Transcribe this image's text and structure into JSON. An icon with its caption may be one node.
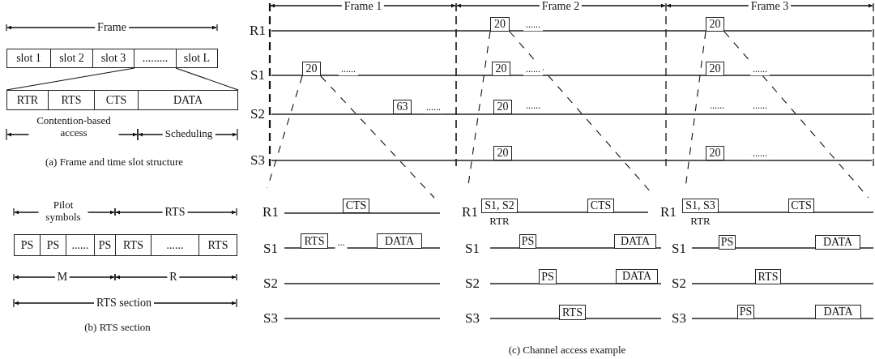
{
  "diagram": {
    "nodes": [
      {
        "text": [
          "slot 1"
        ]
      },
      {
        "text": [
          "slot 2"
        ]
      },
      {
        "text": [
          "slot 3"
        ]
      },
      {
        "text": [
          "........."
        ]
      },
      {
        "text": [
          "slot L"
        ]
      },
      {
        "text": [
          "RTR"
        ]
      },
      {
        "text": [
          "RTS"
        ]
      },
      {
        "text": [
          "CTS"
        ]
      },
      {
        "text": [
          "DATA"
        ]
      },
      {
        "text": [
          "PS"
        ]
      },
      {
        "text": [
          "PS"
        ]
      },
      {
        "text": [
          "......"
        ]
      },
      {
        "text": [
          "PS"
        ]
      },
      {
        "text": [
          "RTS"
        ]
      },
      {
        "text": [
          "......"
        ]
      },
      {
        "text": [
          "RTS"
        ]
      },
      {
        "text": [
          "20"
        ]
      },
      {
        "text": [
          "20"
        ]
      },
      {
        "text": [
          "20"
        ]
      },
      {
        "text": [
          "20"
        ]
      },
      {
        "text": [
          "20"
        ]
      },
      {
        "text": [
          "63"
        ]
      },
      {
        "text": [
          "20"
        ]
      },
      {
        "text": [
          "20"
        ]
      },
      {
        "text": [
          "20"
        ]
      },
      {
        "text": [
          "CTS"
        ]
      },
      {
        "text": [
          "RTS"
        ]
      },
      {
        "text": [
          "DATA"
        ]
      },
      {
        "text": [
          "S1, S2"
        ],
        "beside": [
          "RTR"
        ]
      },
      {
        "text": [
          "CTS"
        ]
      },
      {
        "text": [
          "PS"
        ]
      },
      {
        "text": [
          "DATA"
        ]
      },
      {
        "text": [
          "PS"
        ]
      },
      {
        "text": [
          "DATA"
        ]
      },
      {
        "text": [
          "RTS"
        ]
      },
      {
        "text": [
          "S1, S3"
        ],
        "beside": [
          "RTR"
        ]
      },
      {
        "text": [
          "CTS"
        ]
      },
      {
        "text": [
          "PS"
        ]
      },
      {
        "text": [
          "DATA"
        ]
      },
      {
        "text": [
          "RTS"
        ]
      },
      {
        "text": [
          "PS"
        ]
      },
      {
        "text": [
          "DATA"
        ]
      }
    ],
    "edges": [
      {
        "from": 2,
        "to": 5,
        "arrow": "none"
      },
      {
        "from": 4,
        "to": 8,
        "arrow": "none"
      },
      {
        "from": 18,
        "to": null,
        "arrow": "none",
        "style": "dashed"
      },
      {
        "from": 18,
        "to": null,
        "arrow": "none",
        "style": "dashed"
      },
      {
        "from": 16,
        "to": null,
        "arrow": "none",
        "style": "dashed"
      },
      {
        "from": 16,
        "to": null,
        "arrow": "none",
        "style": "dashed"
      },
      {
        "from": 17,
        "to": null,
        "arrow": "none",
        "style": "dashed"
      },
      {
        "from": 17,
        "to": null,
        "arrow": "none",
        "style": "dashed"
      }
    ],
    "labels": [
      "Frame",
      "Contention-based access",
      "Scheduling",
      "(a) Frame and time slot structure",
      "Pilot symbols",
      "RTS",
      "M",
      "R",
      "RTS section",
      "(b) RTS section",
      "Frame 1",
      "Frame 2",
      "Frame 3",
      "R1",
      "S1",
      "S2",
      "S3",
      "......",
      "......",
      "......",
      "......",
      "......",
      "......",
      "......",
      "......",
      "......",
      "R1",
      "S1",
      "S2",
      "S3",
      "...",
      "R1",
      "S1",
      "S2",
      "S3",
      "R1",
      "S1",
      "S2",
      "S3",
      "(c) Channel access example"
    ]
  }
}
